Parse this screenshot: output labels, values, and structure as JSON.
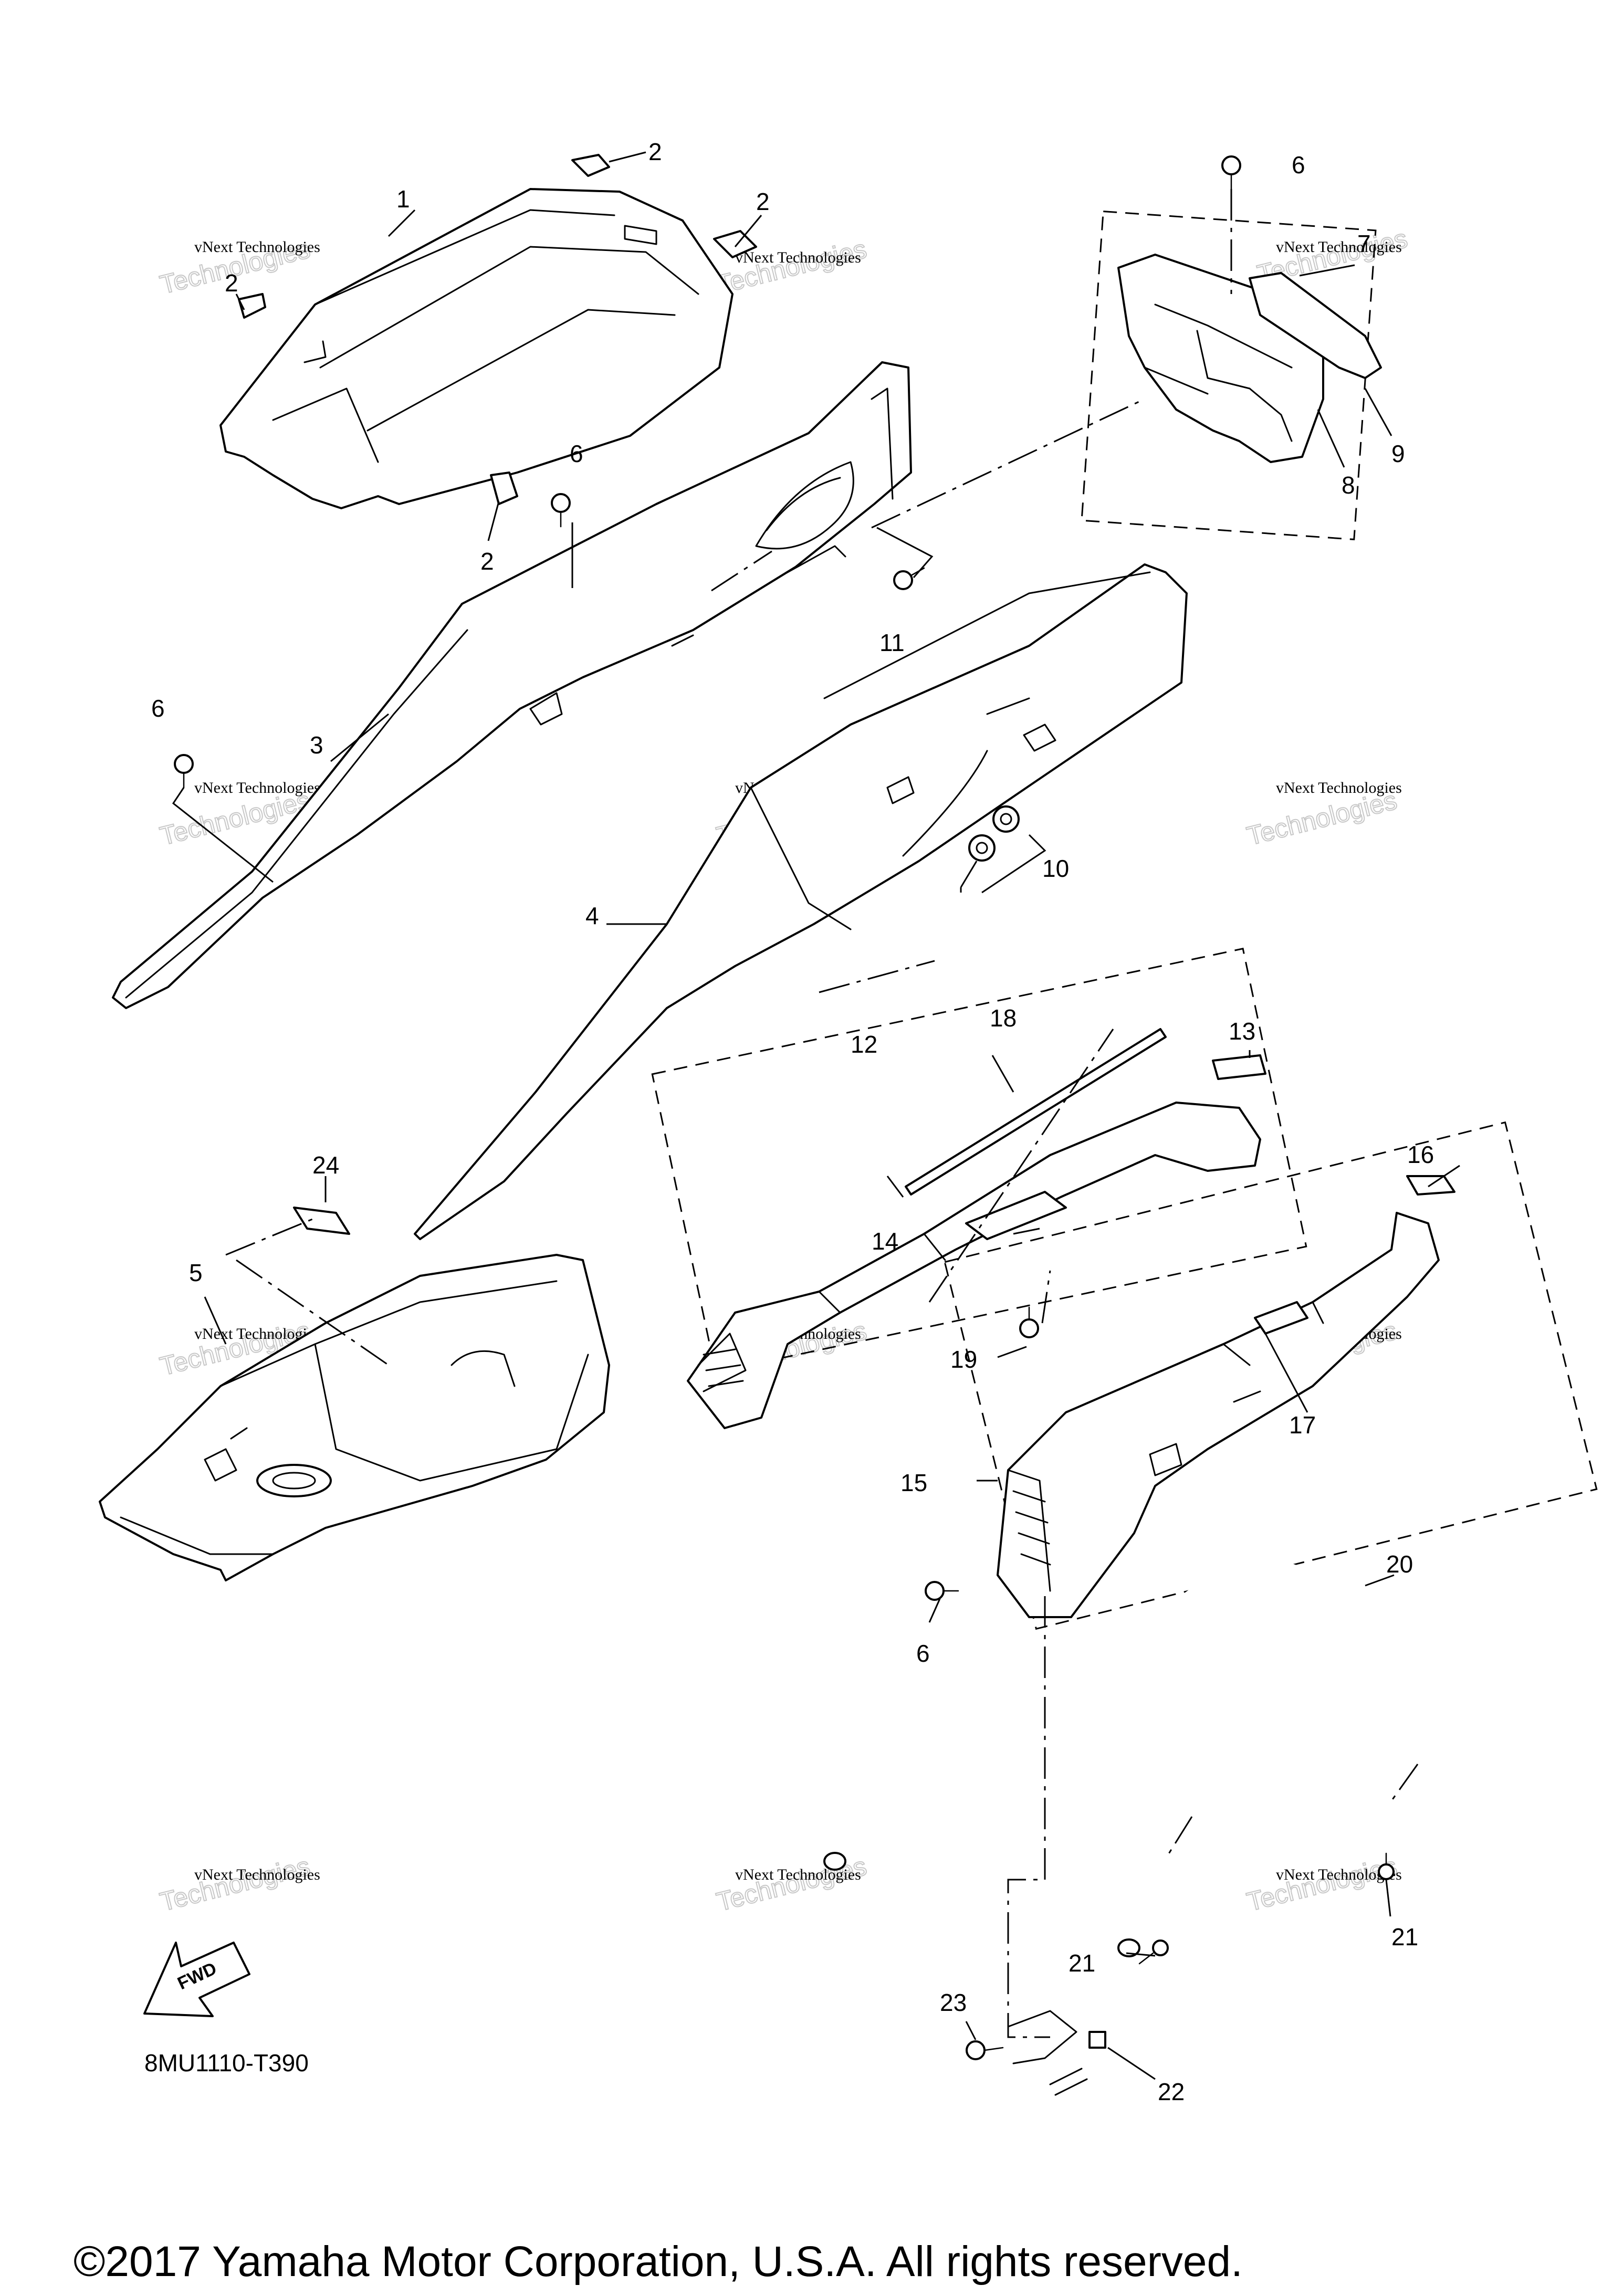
{
  "watermark": {
    "small": "vNext Technologies",
    "large": "Technologies",
    "corner": "vNext"
  },
  "callouts": {
    "c1": "1",
    "c2a": "2",
    "c2b": "2",
    "c2c": "2",
    "c2d": "2",
    "c3": "3",
    "c4": "4",
    "c5": "5",
    "c6a": "6",
    "c6b": "6",
    "c6c": "6",
    "c6d": "6",
    "c7": "7",
    "c8": "8",
    "c9": "9",
    "c10": "10",
    "c11": "11",
    "c12": "12",
    "c13": "13",
    "c14": "14",
    "c15": "15",
    "c16": "16",
    "c17": "17",
    "c18": "18",
    "c19": "19",
    "c20": "20",
    "c21a": "21",
    "c21b": "21",
    "c22": "22",
    "c23": "23",
    "c24": "24"
  },
  "fwd_label": "FWD",
  "diagram_code": "8MU1110-T390",
  "copyright": "©2017 Yamaha Motor Corporation, U.S.A. All rights reserved."
}
